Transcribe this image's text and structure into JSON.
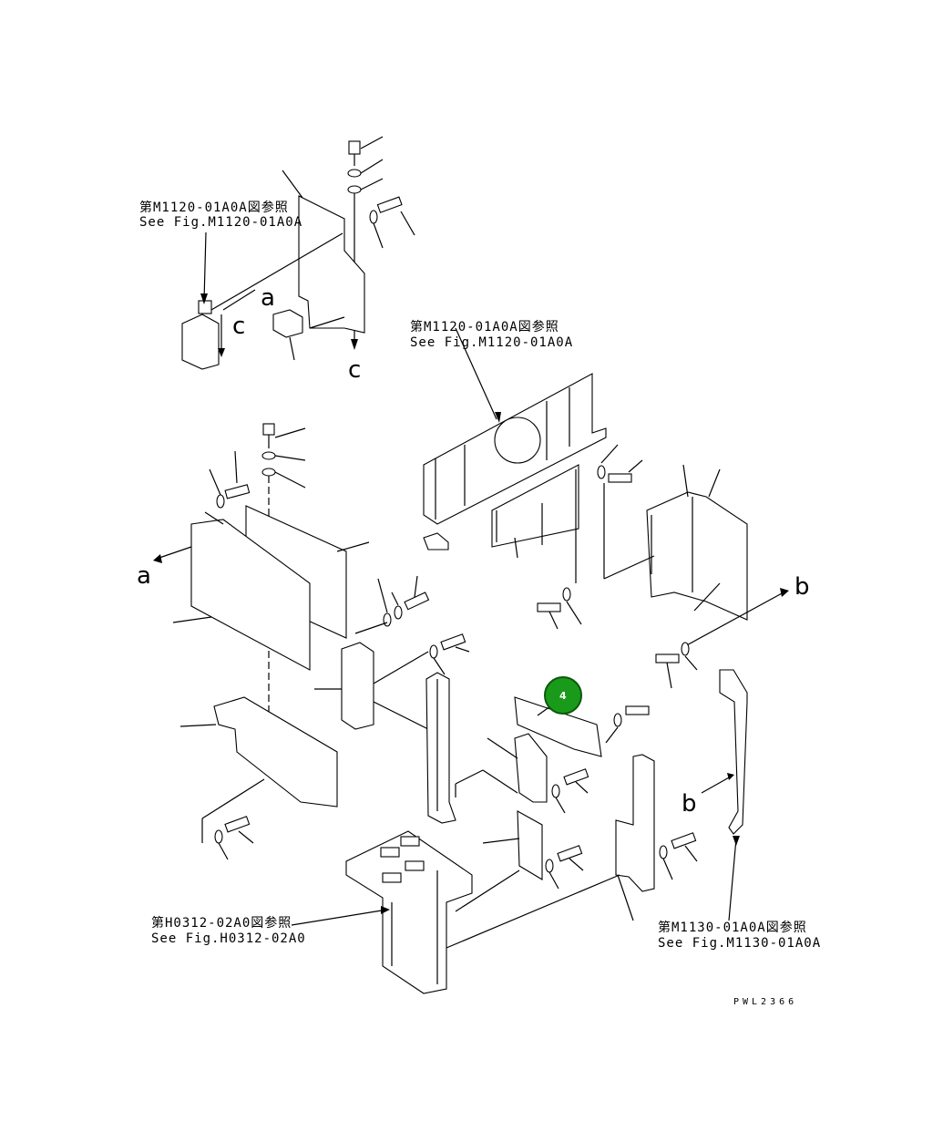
{
  "references": [
    {
      "jp": "第M1120-01A0A図参照",
      "en": "See Fig.M1120-01A0A"
    },
    {
      "jp": "第M1120-01A0A図参照",
      "en": "See Fig.M1120-01A0A"
    },
    {
      "jp": "第H0312-02A0図参照",
      "en": "See Fig.H0312-02A0"
    },
    {
      "jp": "第M1130-01A0A図参照",
      "en": "See Fig.M1130-01A0A"
    }
  ],
  "connectors": {
    "a": "a",
    "b": "b",
    "c": "c"
  },
  "callout": {
    "number": "4",
    "color": "#1a9a1a"
  },
  "drawing_code": "PWL2366"
}
